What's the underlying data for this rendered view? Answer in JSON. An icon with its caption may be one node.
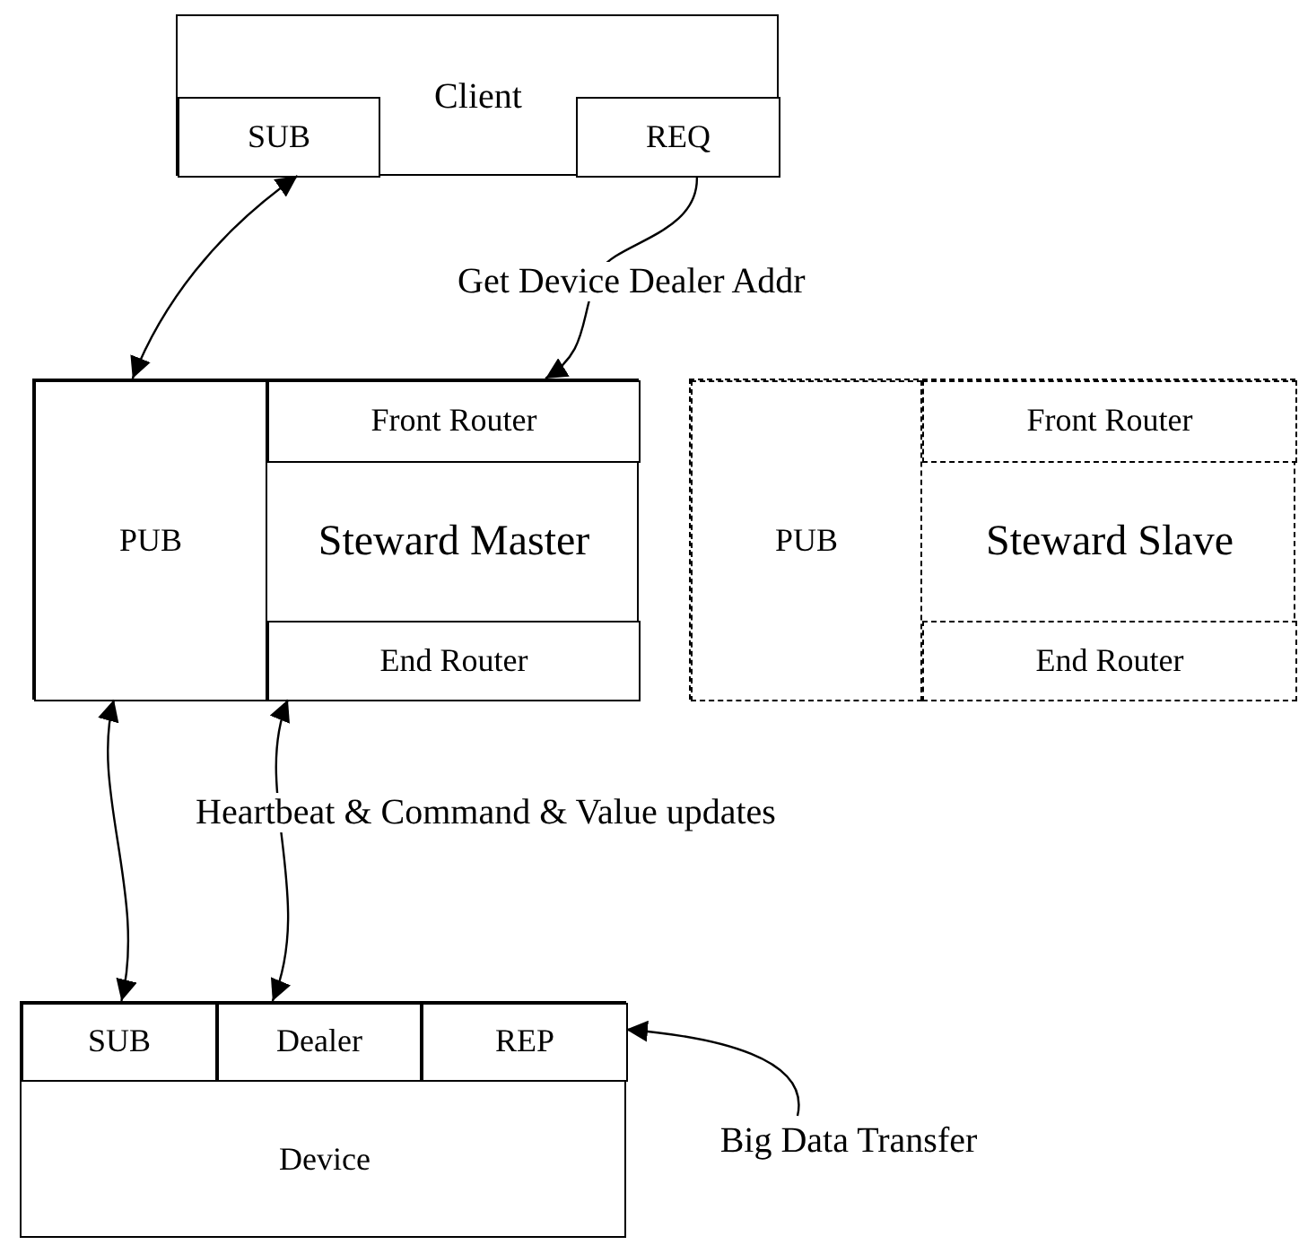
{
  "diagram": {
    "nodes": [
      {
        "text": [
          "Client"
        ]
      },
      {
        "text": [
          "SUB"
        ],
        "in": 0
      },
      {
        "text": [
          "REQ"
        ],
        "in": 0
      },
      {
        "text": [
          "Steward Master"
        ]
      },
      {
        "text": [
          "PUB"
        ],
        "in": 3
      },
      {
        "text": [
          "Front Router"
        ],
        "in": 3
      },
      {
        "text": [
          "End Router"
        ],
        "in": 3
      },
      {
        "text": [
          "Steward Slave"
        ]
      },
      {
        "text": [
          "PUB"
        ],
        "in": 7
      },
      {
        "text": [
          "Front Router"
        ],
        "in": 7
      },
      {
        "text": [
          "End Router"
        ],
        "in": 7
      },
      {
        "text": [
          "Device"
        ]
      },
      {
        "text": [
          "SUB"
        ],
        "in": 11
      },
      {
        "text": [
          "Dealer"
        ],
        "in": 11
      },
      {
        "text": [
          "REP"
        ],
        "in": 11
      },
      {
        "text": [
          "Big Data Transfer"
        ]
      }
    ],
    "edges": [
      {
        "from": 1,
        "to": 4,
        "arrow": "both"
      },
      {
        "from": 2,
        "to": 5,
        "arrow": "to",
        "label": "Get Device Dealer Addr"
      },
      {
        "from": 4,
        "to": 12,
        "arrow": "both"
      },
      {
        "from": 6,
        "to": 13,
        "arrow": "both"
      },
      {
        "from": 15,
        "to": 14,
        "arrow": "to"
      }
    ],
    "labels": [
      "Heartbeat & Command & Value updates"
    ]
  }
}
